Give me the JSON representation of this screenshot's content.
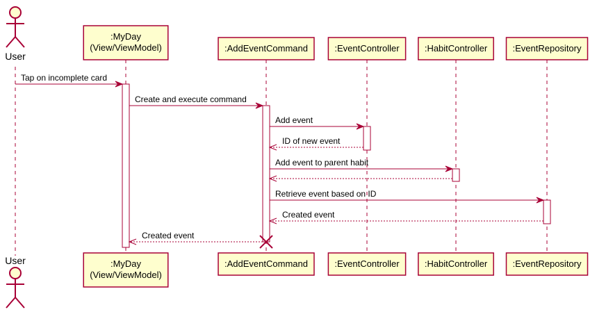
{
  "colors": {
    "participant_fill": "#FEFECE",
    "border": "#A80036",
    "lifeline": "#A80036",
    "activation_fill": "#FFFFFF"
  },
  "participants": [
    {
      "id": "user",
      "kind": "actor",
      "label_lines": [
        "User"
      ]
    },
    {
      "id": "myday",
      "kind": "box",
      "label_lines": [
        ":MyDay",
        "(View/ViewModel)"
      ]
    },
    {
      "id": "addevent",
      "kind": "box",
      "label_lines": [
        ":AddEventCommand"
      ]
    },
    {
      "id": "eventctrl",
      "kind": "box",
      "label_lines": [
        ":EventController"
      ]
    },
    {
      "id": "habitctrl",
      "kind": "box",
      "label_lines": [
        ":HabitController"
      ]
    },
    {
      "id": "eventrepo",
      "kind": "box",
      "label_lines": [
        ":EventRepository"
      ]
    }
  ],
  "messages": [
    {
      "from": "user",
      "to": "myday",
      "label": "Tap on incomplete card",
      "type": "sync"
    },
    {
      "from": "myday",
      "to": "addevent",
      "label": "Create and execute command",
      "type": "sync"
    },
    {
      "from": "addevent",
      "to": "eventctrl",
      "label": "Add event",
      "type": "sync"
    },
    {
      "from": "eventctrl",
      "to": "addevent",
      "label": "ID of new event",
      "type": "return"
    },
    {
      "from": "addevent",
      "to": "habitctrl",
      "label": "Add event to parent habit",
      "type": "sync"
    },
    {
      "from": "habitctrl",
      "to": "addevent",
      "label": "",
      "type": "return"
    },
    {
      "from": "addevent",
      "to": "eventrepo",
      "label": "Retrieve event based on ID",
      "type": "sync"
    },
    {
      "from": "eventrepo",
      "to": "addevent",
      "label": "Created event",
      "type": "return"
    },
    {
      "from": "addevent",
      "to": "myday",
      "label": "Created event",
      "type": "return"
    }
  ],
  "activations": [
    {
      "participant": "myday",
      "from_message": 0,
      "to_message": 9
    },
    {
      "participant": "addevent",
      "from_message": 1,
      "to_message": 8
    },
    {
      "participant": "eventctrl",
      "from_message": 2,
      "to_message": 3
    },
    {
      "participant": "habitctrl",
      "from_message": 4,
      "to_message": 5
    },
    {
      "participant": "eventrepo",
      "from_message": 6,
      "to_message": 7
    }
  ],
  "destroyed": [
    "addevent"
  ]
}
